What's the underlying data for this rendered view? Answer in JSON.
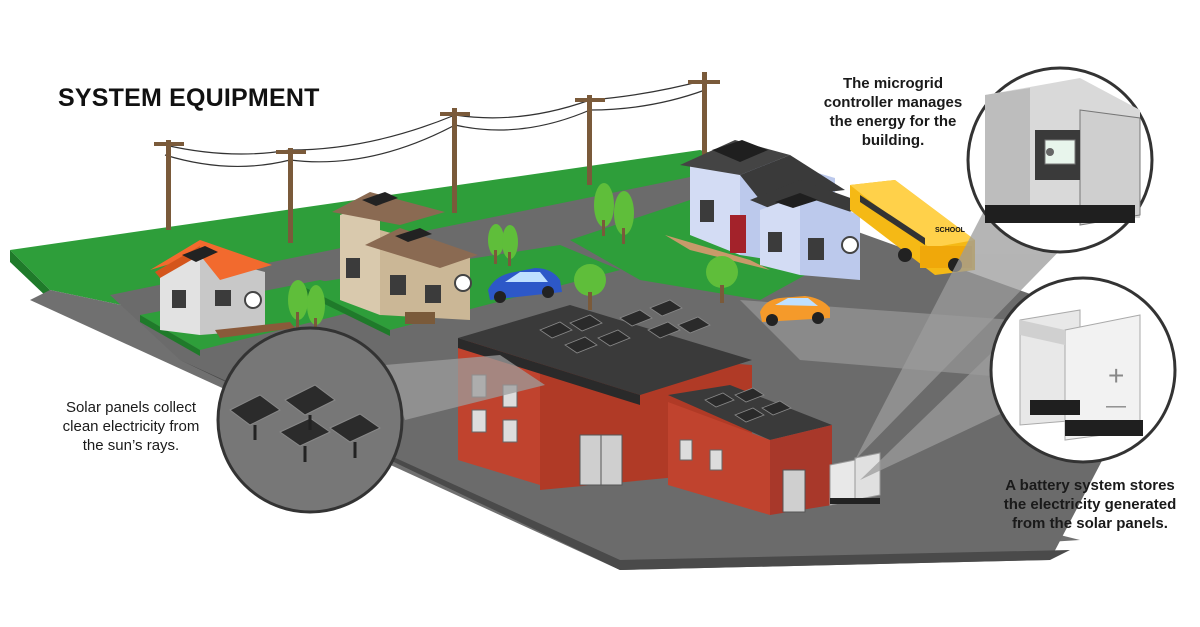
{
  "title": "SYSTEM EQUIPMENT",
  "callouts": {
    "solar": [
      "Solar panels collect",
      "clean electricity from",
      "the sun’s rays."
    ],
    "microgrid": [
      "The microgrid",
      "controller manages",
      "the energy for the",
      "building."
    ],
    "battery": [
      "A battery system stores",
      "the electricity generated",
      "from the solar panels."
    ]
  },
  "labels": {
    "bus": "SCHOOL",
    "battery_plus": "+",
    "battery_minus": "—"
  },
  "colors": {
    "grass": "#2e9e3a",
    "road": "#6b6b6b",
    "brick": "#c0432e",
    "house_roof_orange": "#f26a2e",
    "house_roof_brown": "#8a6a52",
    "house_blue": "#bcc9ec",
    "bus": "#f5b915",
    "car_blue": "#2d58c8",
    "car_orange": "#f59a2a"
  }
}
